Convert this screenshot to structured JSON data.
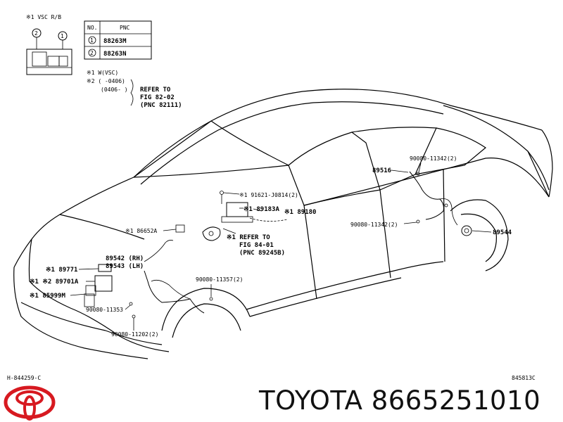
{
  "legend": {
    "header": "※1 VSC R/B",
    "connector_marks": [
      "2",
      "1"
    ]
  },
  "table": {
    "col_no": "NO.",
    "col_pnc": "PNC",
    "rows": [
      {
        "no": "1",
        "pnc": "88263M"
      },
      {
        "no": "2",
        "pnc": "88263N"
      }
    ]
  },
  "notes": {
    "note1": "※1 W(VSC)",
    "note2": "※2 (     -0406)",
    "note3": "(0406-     )",
    "refer1": "REFER TO",
    "refer2": "FIG 82-02",
    "refer3": "(PNC 82111)"
  },
  "parts": {
    "p91621": "※1 91621-J0814(2)",
    "p89183A": "※1 89183A",
    "p89180": "※1 89180",
    "refer84_1": "※1 REFER TO",
    "refer84_2": "FIG 84-01",
    "refer84_3": "(PNC 89245B)",
    "p86652A": "※1 86652A",
    "p89542": "89542 (RH)",
    "p89543": "89543 (LH)",
    "p89771": "※1 89771",
    "p89701A": "※1 ※2 89701A",
    "p85999M": "※1 85999M",
    "p11353": "90080-11353",
    "p11357": "90080-11357(2)",
    "p11202": "90080-11202(2)",
    "p89516": "89516",
    "p11342a": "90080-11342(2)",
    "p11342b": "90080-11342(2)",
    "p89544": "89544"
  },
  "codes": {
    "left": "H-844259-C",
    "right": "845813C"
  },
  "brand": {
    "text": "TOYOTA 8665251010",
    "logo": "toyota-logo",
    "color": "#d71920"
  }
}
